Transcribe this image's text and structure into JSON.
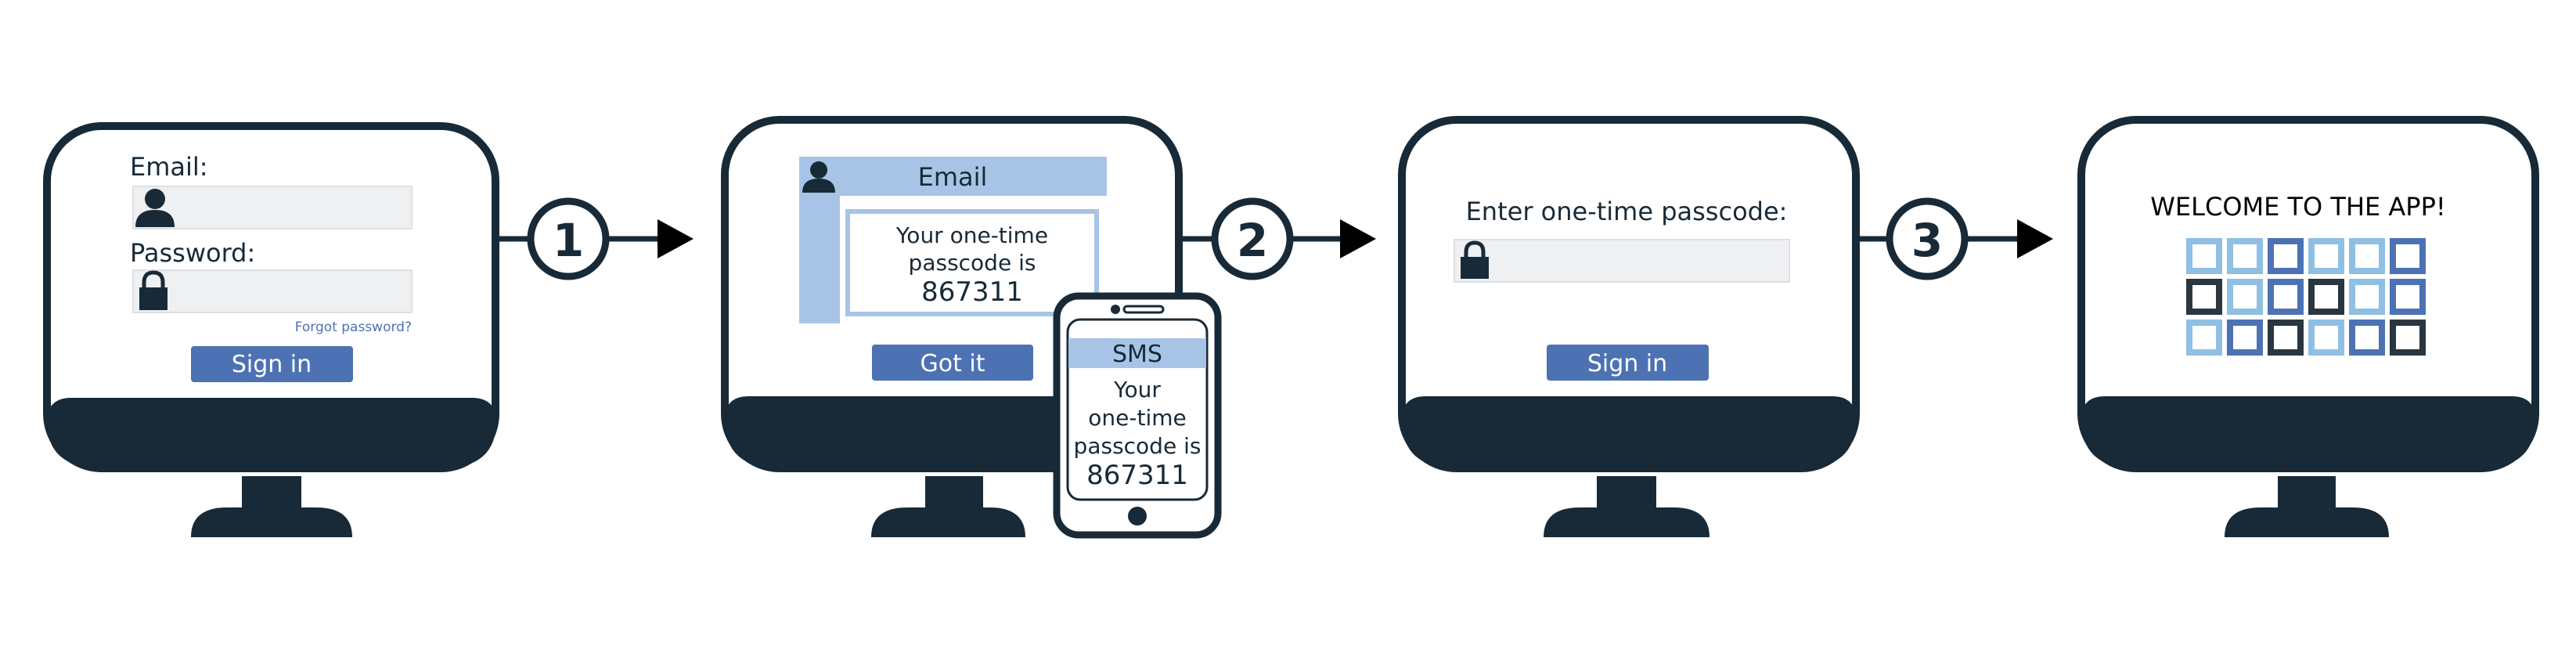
{
  "steps": {
    "login": {
      "email_label": "Email:",
      "password_label": "Password:",
      "forgot_link": "Forgot password?",
      "sign_in_button": "Sign in"
    },
    "email": {
      "header": "Email",
      "message_line1": "Your one-time",
      "message_line2": "passcode is",
      "passcode": "867311",
      "got_it_button": "Got it"
    },
    "phone": {
      "header": "SMS",
      "message_line1": "Your",
      "message_line2": "one-time",
      "message_line3": "passcode is",
      "passcode": "867311"
    },
    "passcode_entry": {
      "prompt": "Enter one-time passcode:",
      "sign_in_button": "Sign in"
    },
    "welcome": {
      "title": "WELCOME TO THE APP!"
    }
  },
  "arrows": [
    {
      "label": "1"
    },
    {
      "label": "2"
    },
    {
      "label": "3"
    }
  ],
  "colors": {
    "dark": "#182a37",
    "button_blue": "#4c72b3",
    "light_blue": "#a7c4e6",
    "field_gray": "#eff0f2",
    "link_blue": "#4c72b3"
  },
  "tile_grid": [
    [
      "light",
      "light",
      "mid",
      "light",
      "light",
      "mid"
    ],
    [
      "dark",
      "light",
      "mid",
      "dark",
      "light",
      "mid"
    ],
    [
      "light",
      "mid",
      "dark",
      "light",
      "mid",
      "dark"
    ]
  ]
}
